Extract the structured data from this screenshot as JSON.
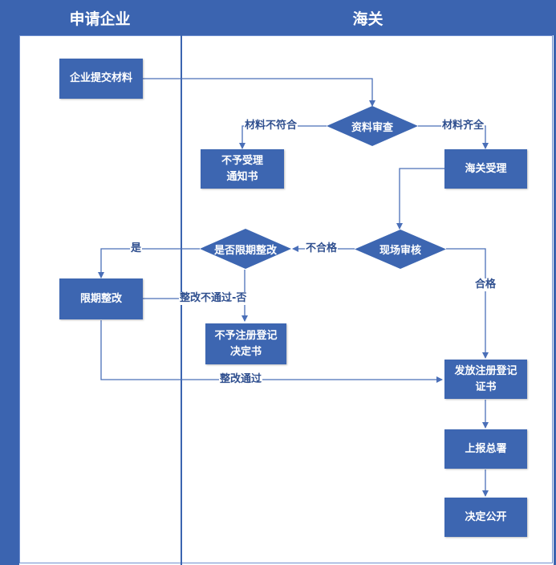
{
  "lanes": {
    "left_title": "申请企业",
    "right_title": "海关"
  },
  "nodes": {
    "submit": "企业提交材料",
    "review": "资料审查",
    "reject_notice": "不予受理\n通知书",
    "accept": "海关受理",
    "site_check": "现场审核",
    "rectify_decision": "是否限期整改",
    "rectify": "限期整改",
    "no_register": "不予注册登记\n决定书",
    "issue_cert": "发放注册登记\n证书",
    "report": "上报总署",
    "publish": "决定公开"
  },
  "edges": {
    "materials_not_ok": "材料不符合",
    "materials_ok": "材料齐全",
    "not_qualified": "不合格",
    "qualified": "合格",
    "yes": "是",
    "rectify_fail": "整改不通过-否",
    "rectify_pass": "整改通过"
  },
  "colors": {
    "header_bg": "#3b64b0",
    "node_bg": "#3d66b1",
    "line": "#4a6fb8",
    "label_text": "#2f4f8f"
  }
}
